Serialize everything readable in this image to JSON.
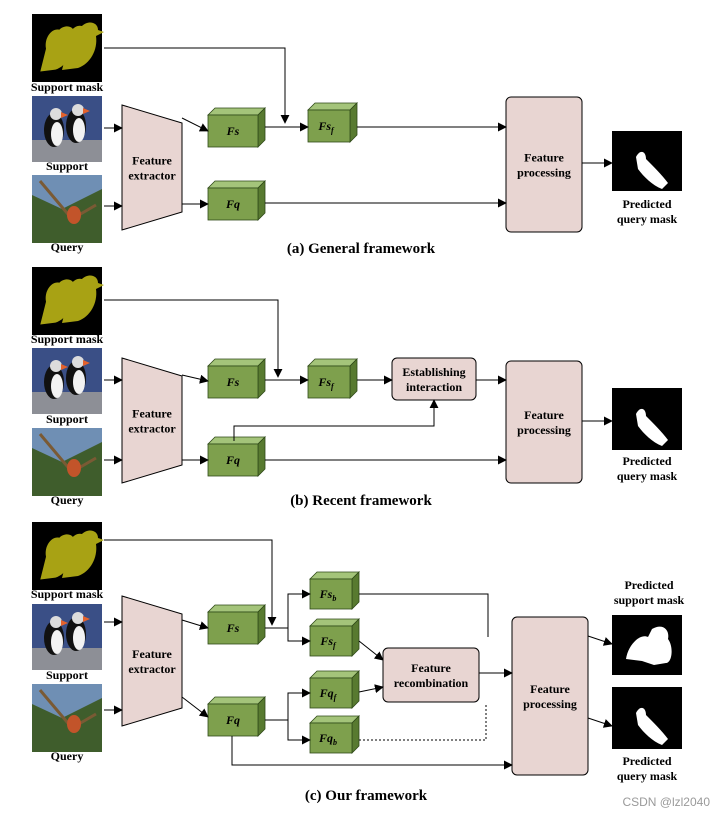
{
  "colors": {
    "cube_front": "#7ea04d",
    "cube_top": "#a4c47a",
    "cube_side": "#587a30",
    "box_fill": "#e8d5d2",
    "extractor_fill": "#e8d5d2",
    "image_bg": "#000000",
    "bird_mask": "#a8a214",
    "arrow": "#000000",
    "watermark": "#9a9a9a"
  },
  "panels": {
    "a": {
      "caption": "(a) General framework",
      "support_mask_label": "Support mask",
      "support_label": "Support",
      "query_label": "Query",
      "extractor_label": [
        "Feature",
        "extractor"
      ],
      "fs": "Fs",
      "fsf_base": "Fs",
      "fsf_sub": "f",
      "fq": "Fq",
      "processing_label": [
        "Feature",
        "processing"
      ],
      "output_label": [
        "Predicted",
        "query mask"
      ]
    },
    "b": {
      "caption": "(b) Recent framework",
      "support_mask_label": "Support mask",
      "support_label": "Support",
      "query_label": "Query",
      "extractor_label": [
        "Feature",
        "extractor"
      ],
      "fs": "Fs",
      "fsf_base": "Fs",
      "fsf_sub": "f",
      "fq": "Fq",
      "interaction_label": [
        "Establishing",
        "interaction"
      ],
      "processing_label": [
        "Feature",
        "processing"
      ],
      "output_label": [
        "Predicted",
        "query mask"
      ]
    },
    "c": {
      "caption": "(c) Our framework",
      "support_mask_label": "Support mask",
      "support_label": "Support",
      "query_label": "Query",
      "extractor_label": [
        "Feature",
        "extractor"
      ],
      "fs": "Fs",
      "fsb_base": "Fs",
      "fsb_sub": "b",
      "fsf_base": "Fs",
      "fsf_sub": "f",
      "fq": "Fq",
      "fqf_base": "Fq",
      "fqf_sub": "f",
      "fqb_base": "Fq",
      "fqb_sub": "b",
      "recombination_label": [
        "Feature",
        "recombination"
      ],
      "processing_label": [
        "Feature",
        "processing"
      ],
      "output_support_label": [
        "Predicted",
        "support mask"
      ],
      "output_query_label": [
        "Predicted",
        "query mask"
      ]
    }
  },
  "watermark": "CSDN @lzl2040"
}
